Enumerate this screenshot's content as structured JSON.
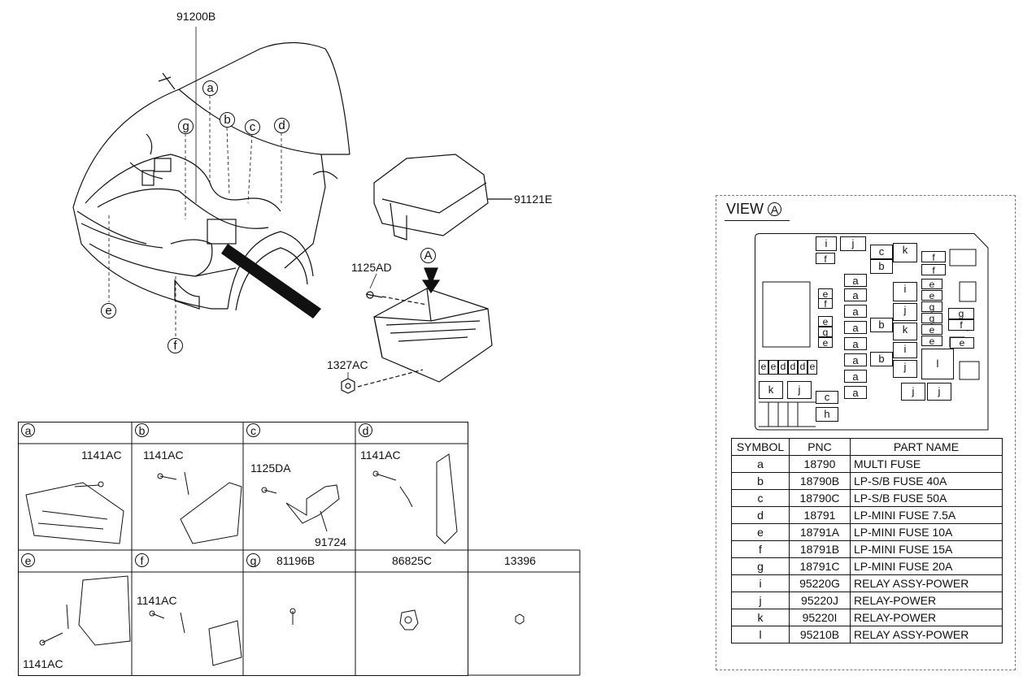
{
  "main_part": "91200B",
  "cover_part": "91121E",
  "bolt_part": "1125AD",
  "nut_part": "1327AC",
  "view_marker": "A",
  "callouts": [
    "a",
    "b",
    "c",
    "d",
    "e",
    "f",
    "g"
  ],
  "grid": {
    "a": {
      "symbol": "a",
      "part": "1141AC"
    },
    "b": {
      "symbol": "b",
      "part": "1141AC"
    },
    "c": {
      "symbol": "c",
      "part1": "1125DA",
      "part2": "91724"
    },
    "d": {
      "symbol": "d",
      "part": "1141AC"
    },
    "e": {
      "symbol": "e",
      "part": "1141AC"
    },
    "f": {
      "symbol": "f",
      "part": "1141AC"
    },
    "g": {
      "symbol": "g",
      "part": "81196B"
    },
    "h1": "86825C",
    "h2": "13396"
  },
  "view": {
    "title": "VIEW",
    "marker": "A"
  },
  "table": {
    "headers": [
      "SYMBOL",
      "PNC",
      "PART NAME"
    ],
    "rows": [
      [
        "a",
        "18790",
        "MULTI FUSE"
      ],
      [
        "b",
        "18790B",
        "LP-S/B FUSE 40A"
      ],
      [
        "c",
        "18790C",
        "LP-S/B FUSE 50A"
      ],
      [
        "d",
        "18791",
        "LP-MINI FUSE 7.5A"
      ],
      [
        "e",
        "18791A",
        "LP-MINI FUSE 10A"
      ],
      [
        "f",
        "18791B",
        "LP-MINI FUSE 15A"
      ],
      [
        "g",
        "18791C",
        "LP-MINI FUSE 20A"
      ],
      [
        "i",
        "95220G",
        "RELAY ASSY-POWER"
      ],
      [
        "j",
        "95220J",
        "RELAY-POWER"
      ],
      [
        "k",
        "95220I",
        "RELAY-POWER"
      ],
      [
        "l",
        "95210B",
        "RELAY ASSY-POWER"
      ]
    ]
  },
  "fuse_labels": {
    "i": "i",
    "j": "j",
    "c": "c",
    "k": "k",
    "f": "f",
    "b": "b",
    "a": "a",
    "e": "e",
    "g": "g",
    "d": "d",
    "l": "l",
    "h": "h"
  }
}
